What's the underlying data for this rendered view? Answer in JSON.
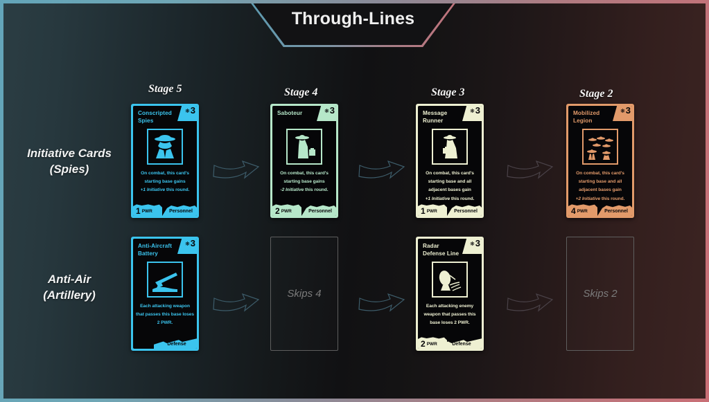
{
  "title": "Through-Lines",
  "theme": {
    "border_left": "#63a5b9",
    "border_right": "#c96f76",
    "bg_left": "#2b3d43",
    "bg_right": "#3c2422",
    "skip_border": "#5e5e5e",
    "arrow_stroke": "#3e5a66"
  },
  "row_labels": [
    {
      "line1": "Initiative Cards",
      "line2": "(Spies)"
    },
    {
      "line1": "Anti-Air",
      "line2": "(Artillery)"
    }
  ],
  "stages": [
    {
      "label": "Stage 5"
    },
    {
      "label": "Stage 4"
    },
    {
      "label": "Stage 3"
    },
    {
      "label": "Stage 2"
    }
  ],
  "cards": {
    "conscripted_spies": {
      "title": "Conscripted Spies",
      "cost": "3",
      "cost_icon": "star-icon",
      "rules_lines": [
        "On combat, this card's",
        "starting base gains",
        "+1 Initiative this round."
      ],
      "rules_em": "+1 Initiative",
      "power": "1",
      "power_label": "PWR",
      "type": "Personnel",
      "color": "#3bc4ee",
      "art_icon": "spy-silhouette-icon"
    },
    "saboteur": {
      "title": "Saboteur",
      "cost": "3",
      "cost_icon": "star-icon",
      "rules_lines": [
        "On combat, this card's",
        "starting base gains",
        "-2 Initiative this round."
      ],
      "rules_em": "-2 Initiative",
      "power": "2",
      "power_label": "PWR",
      "type": "Personnel",
      "color": "#b6e7c9",
      "art_icon": "saboteur-silhouette-icon"
    },
    "message_runner": {
      "title": "Message Runner",
      "cost": "3",
      "cost_icon": "star-icon",
      "rules_lines": [
        "On combat, this card's",
        "starting base and all",
        "adjacent bases gain",
        "+1 Initiative this round."
      ],
      "rules_em": "+1 Initiative",
      "power": "1",
      "power_label": "PWR",
      "type": "Personnel",
      "color": "#eef0d2",
      "art_icon": "runner-silhouette-icon"
    },
    "mobilized_legion": {
      "title": "Mobilized Legion",
      "cost": "3",
      "cost_icon": "star-icon",
      "rules_lines": [
        "On combat, this card's",
        "starting base and all",
        "adjacent bases gain",
        "+2 Initiative this round."
      ],
      "rules_em": "+2 Initiative",
      "power": "4",
      "power_label": "PWR",
      "type": "Personnel",
      "color": "#e29a6a",
      "art_icon": "legion-troops-icon"
    },
    "anti_aircraft_battery": {
      "title": "Anti-Aircraft Battery",
      "cost": "3",
      "cost_icon": "star-icon",
      "rules_lines": [
        "Each attacking weapon",
        "that passes this base loses",
        "2 PWR."
      ],
      "rules_em": "",
      "power": "",
      "power_label": "",
      "type": "Defense",
      "color": "#3bc4ee",
      "art_icon": "aa-gun-icon"
    },
    "radar_defense_line": {
      "title": "Radar Defense Line",
      "cost": "3",
      "cost_icon": "star-icon",
      "rules_lines": [
        "Each attacking enemy",
        "weapon that passes this",
        "base loses 2 PWR."
      ],
      "rules_em": "",
      "power": "2",
      "power_label": "PWR",
      "type": "Defense",
      "color": "#eef0d2",
      "art_icon": "radar-dish-icon"
    }
  },
  "placeholders": [
    {
      "label": "Skips 4"
    },
    {
      "label": "Skips 2"
    }
  ],
  "arrows": [
    {
      "name": "arrow-stage5-to-stage4-top"
    },
    {
      "name": "arrow-stage4-to-stage3-top"
    },
    {
      "name": "arrow-stage3-to-stage2-top"
    },
    {
      "name": "arrow-stage5-to-stage4-bottom"
    },
    {
      "name": "arrow-stage4-to-stage3-bottom"
    },
    {
      "name": "arrow-stage3-to-stage2-bottom"
    }
  ]
}
